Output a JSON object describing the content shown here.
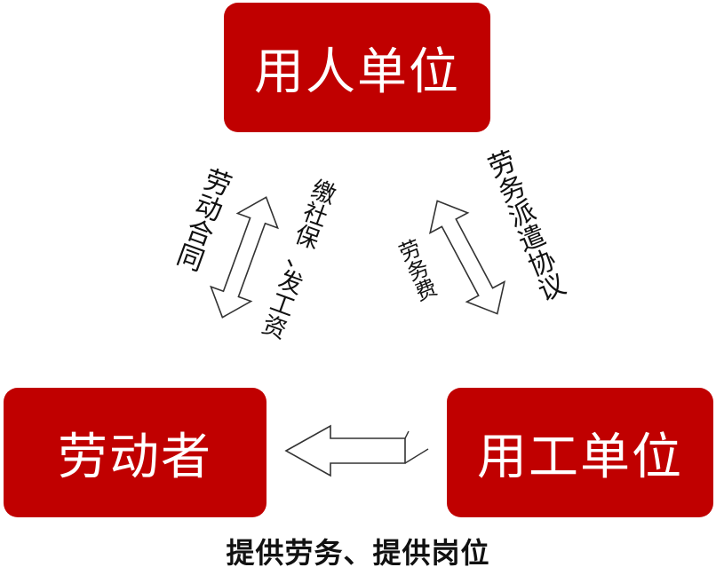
{
  "nodes": {
    "employer": "用人单位",
    "worker": "劳动者",
    "user_unit": "用工单位"
  },
  "labels": {
    "labor_contract": [
      "劳",
      "动",
      "合",
      "同"
    ],
    "social_wages": [
      "缴",
      "社",
      "保",
      "、",
      "发",
      "工",
      "资"
    ],
    "dispatch_agreement": [
      "劳",
      "务",
      "派",
      "遣",
      "协",
      "议"
    ],
    "service_fee": [
      "劳",
      "务",
      "费"
    ]
  },
  "caption": "提供劳务、提供岗位",
  "colors": {
    "box": "#c00000",
    "box_text": "#ffffff",
    "text": "#111111"
  }
}
